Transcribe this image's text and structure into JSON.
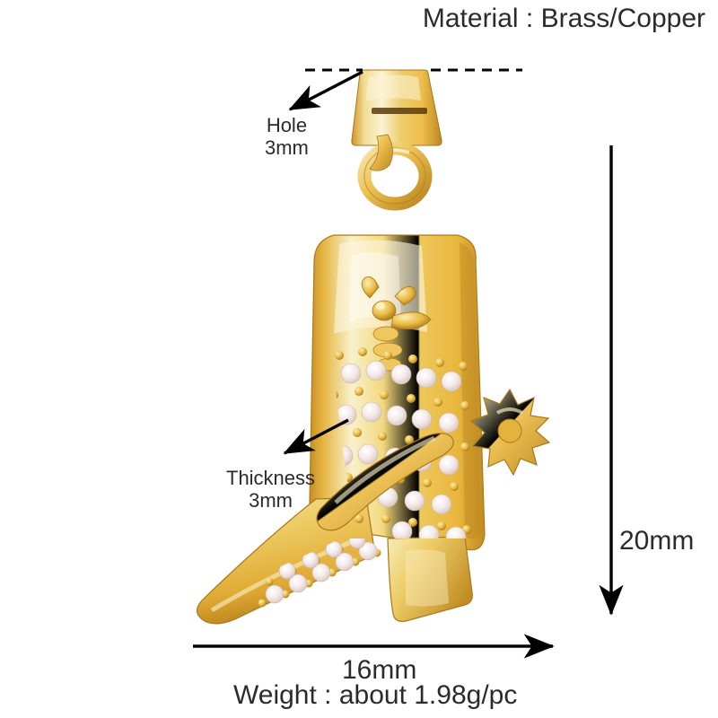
{
  "image": {
    "subject": "gold-plated cowboy boot pendant with bee motif and cubic zirconia pave",
    "background_color": "#ffffff"
  },
  "annotations": {
    "material": "Material : Brass/Copper",
    "hole": "Hole\n3mm",
    "thickness": "Thickness\n3mm",
    "height": "20mm",
    "width": "16mm",
    "weight": "Weight : about 1.98g/pc"
  },
  "colors": {
    "text": "#2b2b2b",
    "annotation_line": "#000000",
    "gold_light": "#f7efc9",
    "gold_mid": "#f0cf6a",
    "gold_deep": "#e0a92c",
    "gold_shadow": "#b9831c",
    "stone": "#ffffff",
    "stone_shade": "#e6d6d2"
  },
  "product": {
    "parts": [
      "bail",
      "jump-ring",
      "boot-shaft",
      "bee-motif",
      "pave-stones",
      "spur-strap",
      "spur-rowel",
      "boot-toe",
      "boot-heel"
    ]
  }
}
